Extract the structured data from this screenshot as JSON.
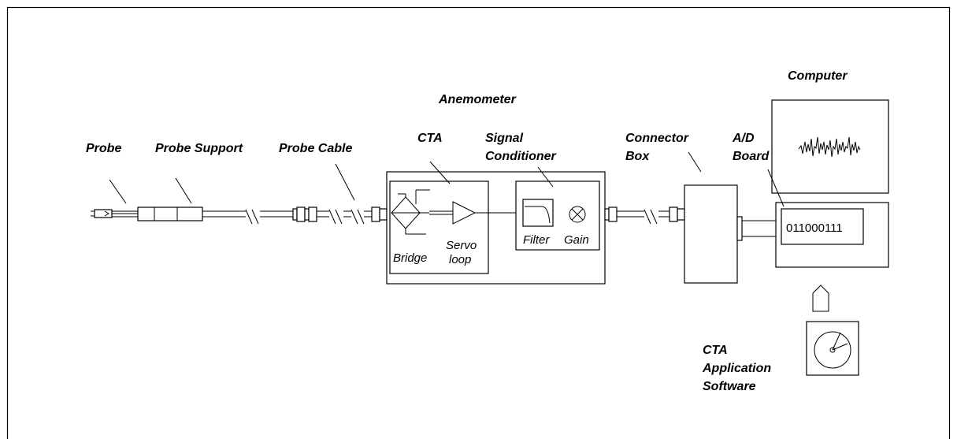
{
  "labels": {
    "probe": "Probe",
    "probe_support": "Probe Support",
    "probe_cable": "Probe Cable",
    "anemometer": "Anemometer",
    "cta": "CTA",
    "signal_conditioner_1": "Signal",
    "signal_conditioner_2": "Conditioner",
    "connector_box_1": "Connector",
    "connector_box_2": "Box",
    "ad_board_1": "A/D",
    "ad_board_2": "Board",
    "computer": "Computer",
    "cta_software_1": "CTA",
    "cta_software_2": "Application",
    "cta_software_3": "Software"
  },
  "inner": {
    "bridge": "Bridge",
    "servo_1": "Servo",
    "servo_2": "loop",
    "filter": "Filter",
    "gain": "Gain",
    "binary": "011000111"
  }
}
